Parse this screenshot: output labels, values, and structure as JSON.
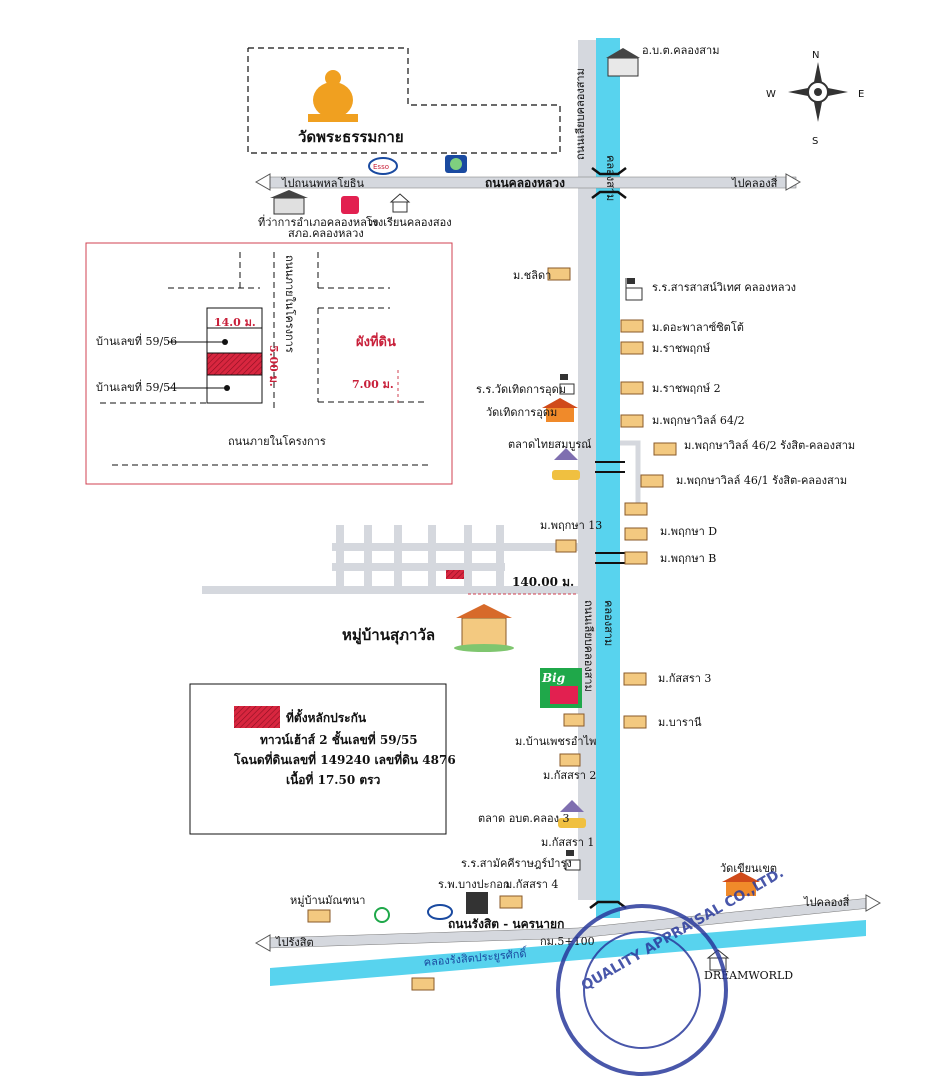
{
  "compass": {
    "n": "N",
    "s": "S",
    "e": "E",
    "w": "W"
  },
  "colors": {
    "canal": "#58d3ee",
    "road": "#d5d8de",
    "plot": "#d8263f",
    "stamp": "#2a3a9c"
  },
  "temple_top": "วัดพระธรรมกาย",
  "roads": {
    "khlong_luang": "ถนนคลองหลวง",
    "left_to": "ไปถนนพหลโยธิน",
    "right_to": "ไปคลองสี่",
    "vertical_top": "ถนนเลียบคลองสาม",
    "vertical_bottom": "ถนนเลียบคลองสาม",
    "canal_top": "คลองสาม",
    "canal_mid": "คลองสาม",
    "rangsit": "ถนนรังสิต - นครนายก",
    "left_bottom": "ไปรังสิต",
    "right_bottom": "ไปคลองสี่",
    "canal_bottom": "คลองรังสิตประยูรศักดิ์",
    "km": "กม.5+100"
  },
  "places_top": {
    "school_top": "อ.บ.ต.คลองสาม",
    "district_office": "ที่ว่าการอำเภอคลองหลวง",
    "police": "สภอ.คลองหลวง",
    "school_khlong_song": "โรงเรียนคลองสอง"
  },
  "inset": {
    "road_project": "ถนนภายในโครงการ",
    "road_project_bottom": "ถนนภายในโครงการ",
    "house_56": "บ้านเลขที่ 59/56",
    "house_54": "บ้านเลขที่ 59/54",
    "width": "14.0 ม.",
    "depth": "5.00 ม.",
    "road_width": "7.00 ม.",
    "land_plan": "ผังที่ดิน"
  },
  "right_labels": [
    "ร.ร.สารสาสน์วิเทศ คลองหลวง",
    "ม.ดอะพาลาซ์ซิตโต้",
    "ม.ราชพฤกษ์",
    "ม.ราชพฤกษ์ 2",
    "ม.พฤกษาวิลล์ 64/2",
    "ม.พฤกษาวิลล์ 46/2 รังสิต-คลองสาม",
    "ม.พฤกษาวิลล์ 46/1 รังสิต-คลองสาม",
    "ม.พฤกษา D",
    "ม.พฤกษา B",
    "ม.กัสสรา 3",
    "ม.บารานี"
  ],
  "left_labels": {
    "chalida": "ม.ชลิดา",
    "school_wat": "ร.ร.วัดเทิดการอุดม",
    "wat": "วัดเทิดการอุดม",
    "market": "ตลาดไทยสมบูรณ์",
    "pruksa13": "ม.พฤกษา 13",
    "distance": "140.00 ม.",
    "village": "หมู่บ้านสุภาวัล",
    "ban_phet": "ม.บ้านเพชรอำไพ",
    "kassara2": "ม.กัสสรา 2",
    "market2": "ตลาด อบต.คลอง 3",
    "kassara1": "ม.กัสสรา 1",
    "school_bottom": "ร.ร.สามัคคีราษฎร์บำรุง",
    "hospital": "ร.พ.บางปะกอก",
    "kassara4": "ม.กัสสรา 4",
    "village_bottom": "หมู่บ้านมัณฑนา",
    "wat_bottom": "วัดเขียนเขต",
    "dreamworld": "DREAMWORLD",
    "big_c": "Big",
    "esso": "Esso"
  },
  "legend": {
    "line1": "ที่ตั้งหลักประกัน",
    "line2": "ทาวน์เฮ้าส์ 2 ชั้นเลขที่ 59/55",
    "line3": "โฉนดที่ดินเลขที่ 149240 เลขที่ดิน 4876",
    "line4": "เนื้อที่ 17.50 ตรว"
  },
  "stamp": {
    "ring": "QUALITY APPRAISAL CO.,LTD."
  }
}
